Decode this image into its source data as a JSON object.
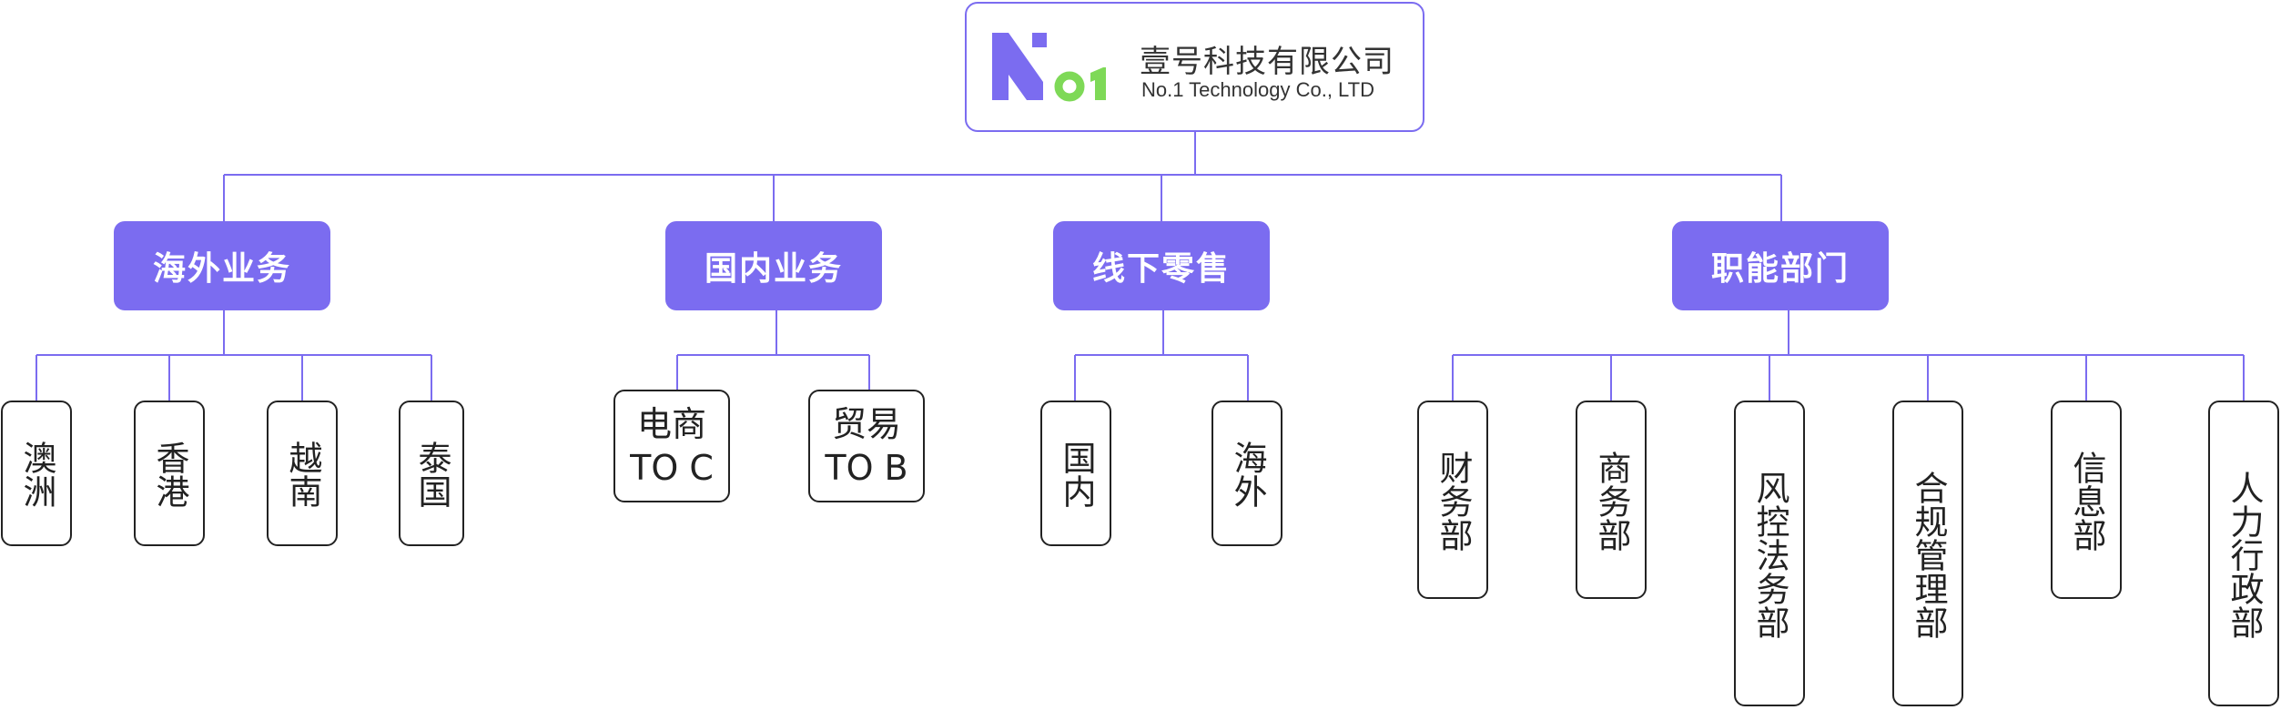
{
  "company": {
    "name_cn": "壹号科技有限公司",
    "name_en": "No.1 Technology Co., LTD",
    "logo_text": "No1",
    "brand_colors": {
      "primary": "#7b6cf0",
      "accent": "#7ed957"
    }
  },
  "departments": [
    {
      "label": "海外业务",
      "children": [
        "澳洲",
        "香港",
        "越南",
        "泰国"
      ]
    },
    {
      "label": "国内业务",
      "children": [
        "电商\nTO C",
        "贸易\nTO B"
      ]
    },
    {
      "label": "线下零售",
      "children": [
        "国内",
        "海外"
      ]
    },
    {
      "label": "职能部门",
      "children": [
        "财务部",
        "商务部",
        "风控法务部",
        "合规管理部",
        "信息部",
        "人力行政部"
      ]
    }
  ]
}
